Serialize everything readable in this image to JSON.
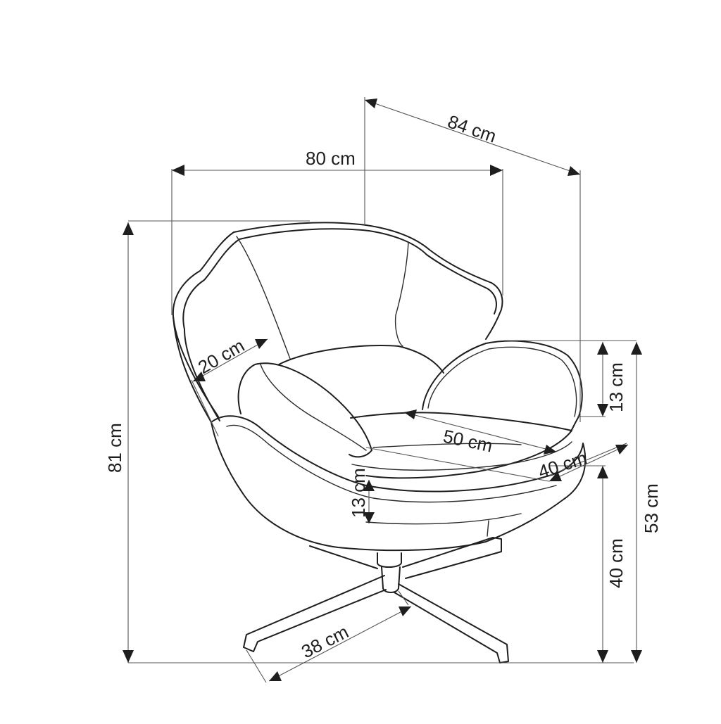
{
  "diagram": {
    "dimensions": {
      "depth_total": "84 cm",
      "width_total": "80 cm",
      "height_total": "81 cm",
      "armrest_width": "20 cm",
      "armrest_height": "13 cm",
      "seat_width": "50 cm",
      "seat_depth": "40 cm",
      "seat_cushion_thickness": "13 cm",
      "seat_height": "40 cm",
      "armrest_top_height": "53 cm",
      "base_leg_length": "38 cm"
    },
    "colors": {
      "line": "#1e1e1e",
      "background": "#ffffff"
    }
  }
}
